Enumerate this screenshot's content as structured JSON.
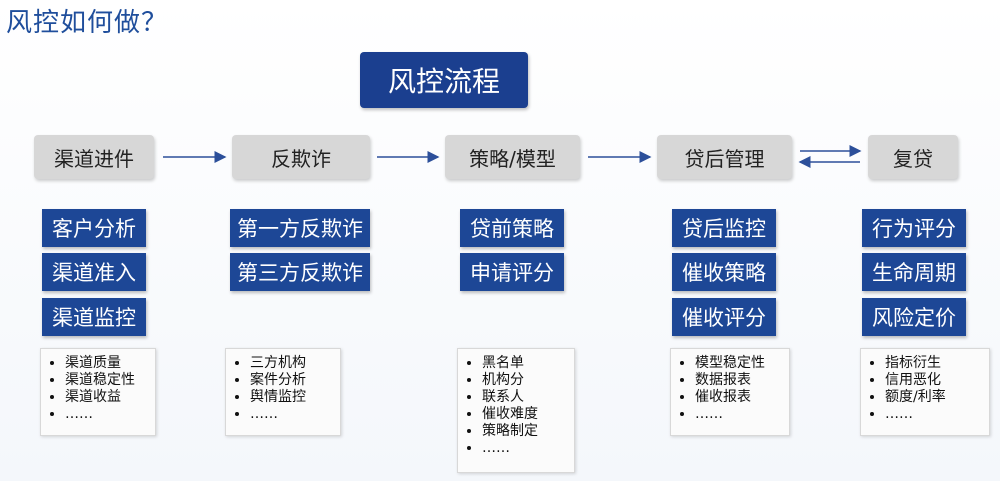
{
  "page_title": "风控如何做？",
  "main_title": "风控流程",
  "columns": [
    {
      "stage": "渠道进件",
      "items": [
        "客户分析",
        "渠道准入",
        "渠道监控"
      ],
      "details": [
        "渠道质量",
        "渠道稳定性",
        "渠道收益",
        "……"
      ]
    },
    {
      "stage": "反欺诈",
      "items": [
        "第一方反欺诈",
        "第三方反欺诈"
      ],
      "details": [
        "三方机构",
        "案件分析",
        "舆情监控",
        "……"
      ]
    },
    {
      "stage": "策略/模型",
      "items": [
        "贷前策略",
        "申请评分"
      ],
      "details": [
        "黑名单",
        "机构分",
        "联系人",
        "催收难度",
        "策略制定",
        "……"
      ]
    },
    {
      "stage": "贷后管理",
      "items": [
        "贷后监控",
        "催收策略",
        "催收评分"
      ],
      "details": [
        "模型稳定性",
        "数据报表",
        "催收报表",
        "……"
      ]
    },
    {
      "stage": "复贷",
      "items": [
        "行为评分",
        "生命周期",
        "风险定价"
      ],
      "details": [
        "指标衍生",
        "信用恶化",
        "额度/利率",
        "……"
      ]
    }
  ],
  "colors": {
    "title": "#1f4e9c",
    "header_box": "#1b3f8f",
    "item_box": "#1d4796",
    "stage_box": "#d7d7d7",
    "arrow": "#2c4f9a"
  }
}
